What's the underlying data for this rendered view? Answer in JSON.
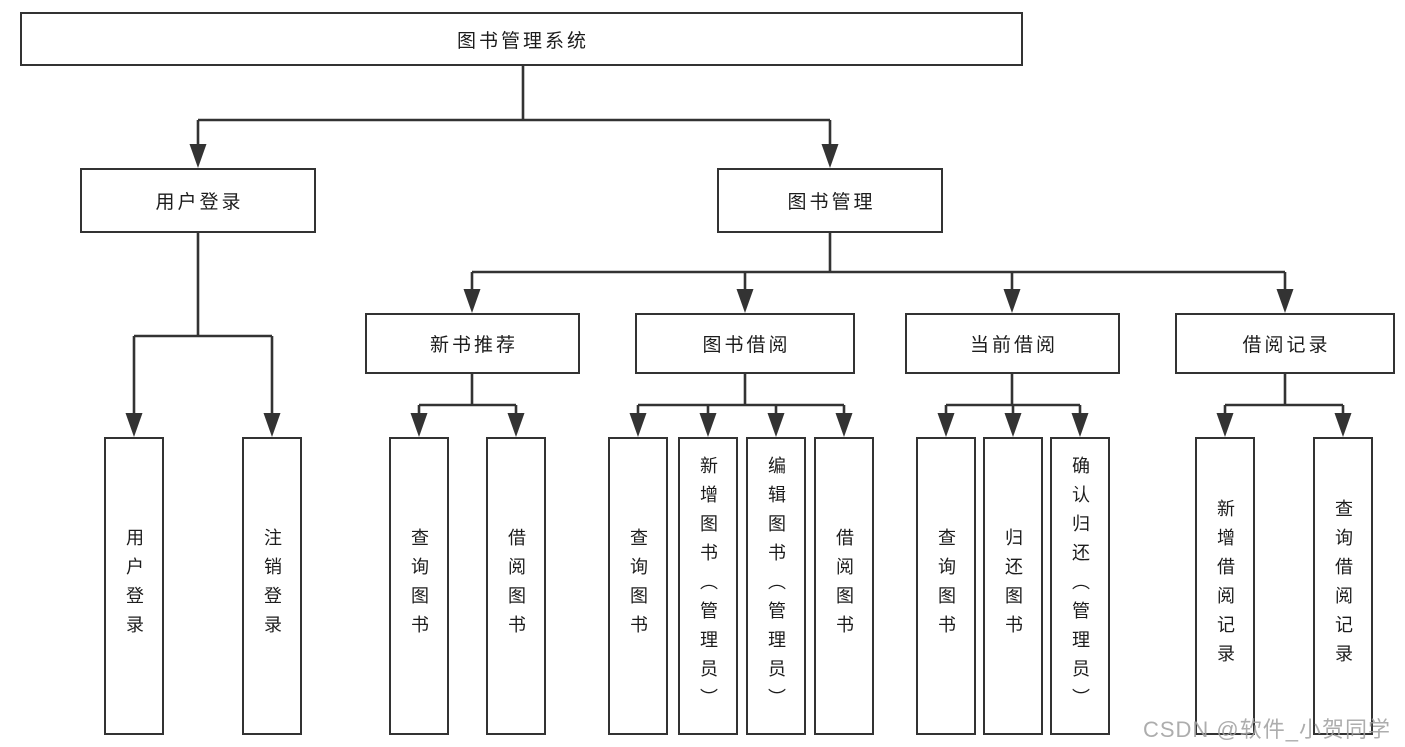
{
  "diagram": {
    "title": "图书管理系统",
    "root": {
      "label": "图书管理系统"
    },
    "level2": [
      {
        "label": "用户登录"
      },
      {
        "label": "图书管理"
      }
    ],
    "level3": [
      {
        "label": "新书推荐"
      },
      {
        "label": "图书借阅"
      },
      {
        "label": "当前借阅"
      },
      {
        "label": "借阅记录"
      }
    ],
    "leaves": {
      "user_login": [
        {
          "label": "用户登录"
        },
        {
          "label": "注销登录"
        }
      ],
      "new_books": [
        {
          "label": "查询图书"
        },
        {
          "label": "借阅图书"
        }
      ],
      "book_borrow": [
        {
          "label": "查询图书"
        },
        {
          "label": "新增图书（管理员）"
        },
        {
          "label": "编辑图书（管理员）"
        },
        {
          "label": "借阅图书"
        }
      ],
      "current_borrow": [
        {
          "label": "查询图书"
        },
        {
          "label": "归还图书"
        },
        {
          "label": "确认归还（管理员）"
        }
      ],
      "borrow_records": [
        {
          "label": "新增借阅记录"
        },
        {
          "label": "查询借阅记录"
        }
      ]
    }
  },
  "watermark": {
    "text": "CSDN @软件_小贺同学"
  },
  "colors": {
    "line": "#333333",
    "box_border": "#333333",
    "text": "#1c1c1c",
    "background": "#ffffff",
    "watermark": "#a2a2a2"
  }
}
